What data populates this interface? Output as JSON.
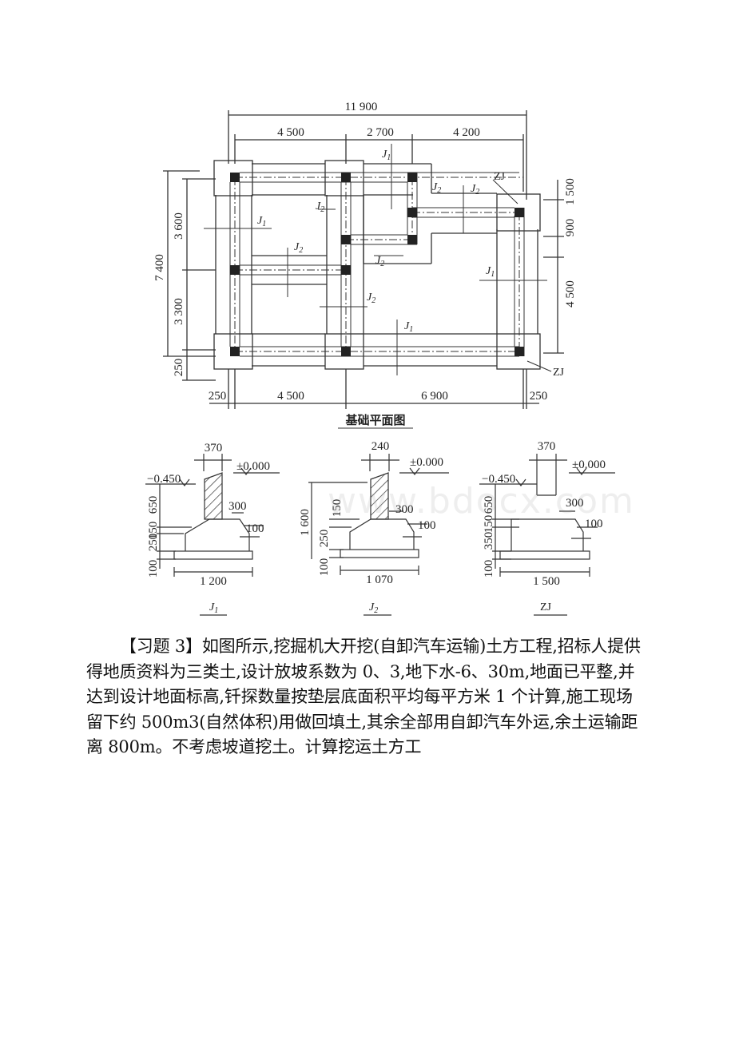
{
  "drawing": {
    "plan_caption": "基础平面图",
    "plan_dims": {
      "overall_width": "11 900",
      "top_left": "4 500",
      "top_mid": "2 700",
      "top_right": "4 200",
      "left_total": "7 400",
      "left_upper": "3 600",
      "left_lower": "3 300",
      "left_bottom": "250",
      "right_a": "1 500",
      "right_b": "900",
      "right_c": "4 500",
      "bottom_left_edge": "250",
      "bottom_left": "4 500",
      "bottom_right": "6 900",
      "bottom_right_edge": "250"
    },
    "plan_labels": {
      "j1_top": "J",
      "j1_top_sub": "1",
      "j2_a": "J",
      "j2_a_sub": "2",
      "j2_b": "J",
      "j2_b_sub": "2",
      "zj_top": "ZJ",
      "j1_left": "J",
      "j1_left_sub": "1",
      "j2_c": "J",
      "j2_c_sub": "2",
      "j2_d": "J",
      "j2_d_sub": "2",
      "j2_e": "J",
      "j2_e_sub": "2",
      "j2_f": "J",
      "j2_f_sub": "2",
      "j1_right": "J",
      "j1_right_sub": "1",
      "j1_bottom": "J",
      "j1_bottom_sub": "1",
      "zj_bottom": "ZJ"
    },
    "sections": [
      {
        "top_width": "370",
        "elev_left": "−0.450",
        "elev_right": "±0.000",
        "dim_650": "650",
        "dim_150": "150",
        "dim_250": "250",
        "dim_100": "100",
        "step_300": "300",
        "step_100": "100",
        "base_width": "1 200",
        "label": "J",
        "label_sub": "1"
      },
      {
        "top_width": "240",
        "elev_right": "±0.000",
        "dim_total": "1 600",
        "dim_150": "150",
        "dim_250": "250",
        "dim_100": "100",
        "step_300": "300",
        "step_100": "100",
        "base_width": "1 070",
        "label": "J",
        "label_sub": "2"
      },
      {
        "top_width": "370",
        "elev_left": "−0.450",
        "elev_right": "±0.000",
        "dim_650": "650",
        "dim_150": "150",
        "dim_350": "350",
        "dim_100": "100",
        "step_300": "300",
        "step_100": "100",
        "base_width": "1 500",
        "label": "ZJ"
      }
    ]
  },
  "watermark": "www.bdocx.com",
  "problem_text": "【习题 3】如图所示,挖掘机大开挖(自卸汽车运输)土方工程,招标人提供得地质资料为三类土,设计放坡系数为 0、3,地下水-6、30m,地面已平整,并达到设计地面标高,钎探数量按垫层底面积平均每平方米 1 个计算,施工现场留下约 500m3(自然体积)用做回填土,其余全部用自卸汽车外运,余土运输距离 800m。不考虑坡道挖土。计算挖运土方工"
}
